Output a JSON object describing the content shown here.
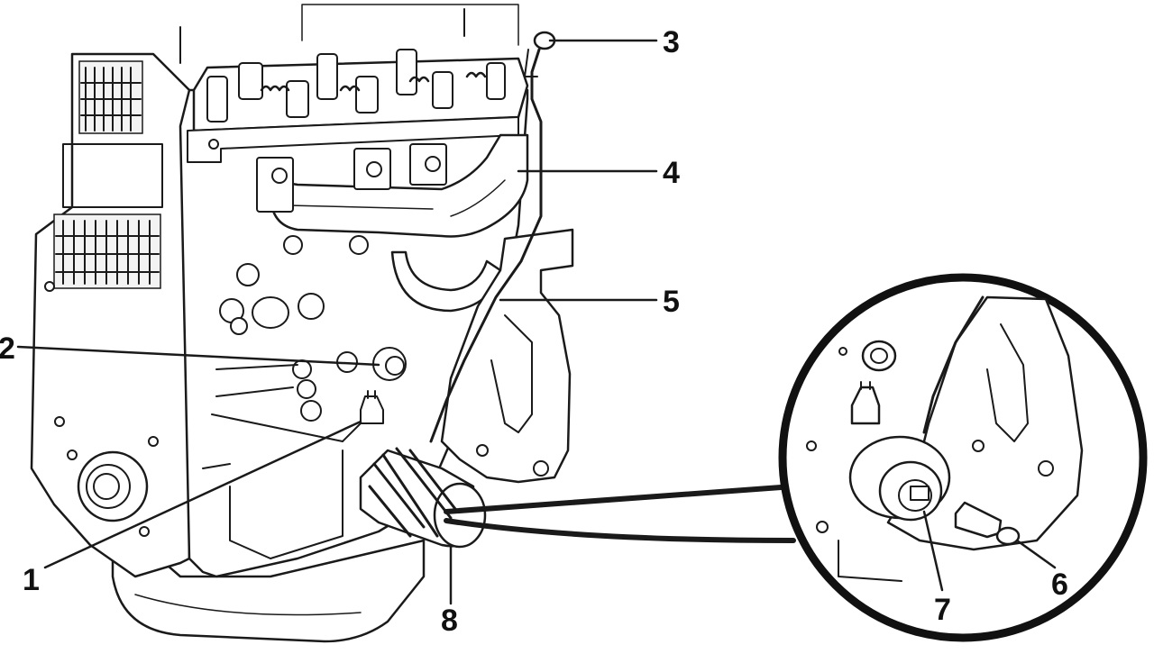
{
  "figure": {
    "subject_icon": "engine-block-oil-filter-illustration",
    "callouts": [
      {
        "number": "1"
      },
      {
        "number": "2"
      },
      {
        "number": "3"
      },
      {
        "number": "4"
      },
      {
        "number": "5"
      },
      {
        "number": "6"
      },
      {
        "number": "7"
      },
      {
        "number": "8"
      }
    ]
  },
  "colors": {
    "ink": "#1a1a1a",
    "background": "#ffffff"
  }
}
